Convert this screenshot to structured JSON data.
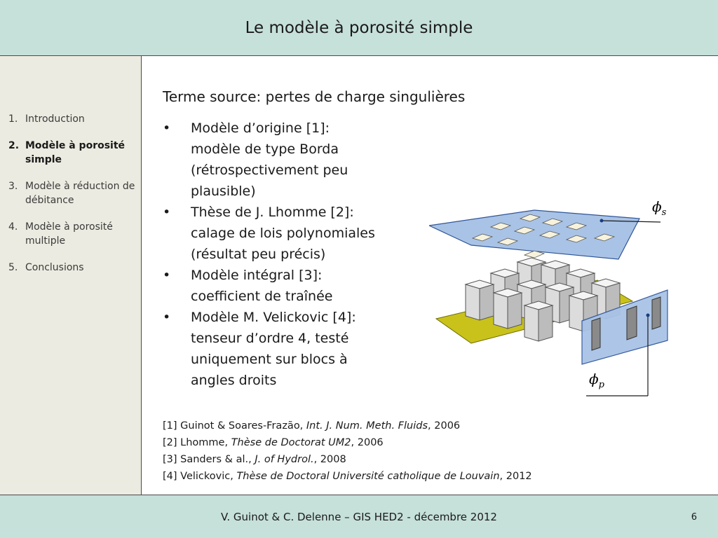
{
  "header": {
    "title": "Le modèle à porosité simple"
  },
  "sidebar": {
    "items": [
      {
        "num": "1.",
        "label": "Introduction"
      },
      {
        "num": "2.",
        "label": "Modèle à porosité simple"
      },
      {
        "num": "3.",
        "label": "Modèle à réduction de débitance"
      },
      {
        "num": "4.",
        "label": "Modèle à porosité multiple"
      },
      {
        "num": "5.",
        "label": "Conclusions"
      }
    ]
  },
  "main": {
    "heading": "Terme source: pertes de charge singulières",
    "bullets": [
      {
        "symbol": "•",
        "text": "Modèle d’origine [1]:\nmodèle de type Borda\n(rétrospectivement peu\nplausible)"
      },
      {
        "symbol": "•",
        "text": "Thèse de J. Lhomme [2]:\ncalage de lois polynomiales\n(résultat peu précis)"
      },
      {
        "symbol": "•",
        "text": "Modèle intégral [3]:\ncoefficient de traînée"
      },
      {
        "symbol": "•",
        "text": "Modèle M. Velickovic [4]:\ntenseur d’ordre 4, testé\nuniquement sur blocs à\nangles droits"
      }
    ],
    "references": [
      {
        "prefix": "[1] Guinot & Soares-Frazão, ",
        "italic": "Int. J. Num. Meth. Fluids",
        "suffix": ", 2006"
      },
      {
        "prefix": "[2] Lhomme, ",
        "italic": "Thèse de Doctorat UM2",
        "suffix": ", 2006"
      },
      {
        "prefix": "[3] Sanders & al., ",
        "italic": "J. of Hydrol.",
        "suffix": ", 2008"
      },
      {
        "prefix": "[4] Velickovic, ",
        "italic": "Thèse de Doctoral Université catholique de Louvain",
        "suffix": ", 2012"
      }
    ],
    "figure": {
      "label_phi_s": "ϕ",
      "sub_s": "s",
      "label_phi_p": "ϕ",
      "sub_p": "p",
      "colors": {
        "plane": "#a9c3e6",
        "plane_stroke": "#2f5597",
        "ground": "#c9c21b",
        "block": "#e4e4e4",
        "pillar": "#888888"
      }
    }
  },
  "footer": {
    "text": "V. Guinot & C. Delenne – GIS HED2 - décembre 2012",
    "page": "6"
  }
}
